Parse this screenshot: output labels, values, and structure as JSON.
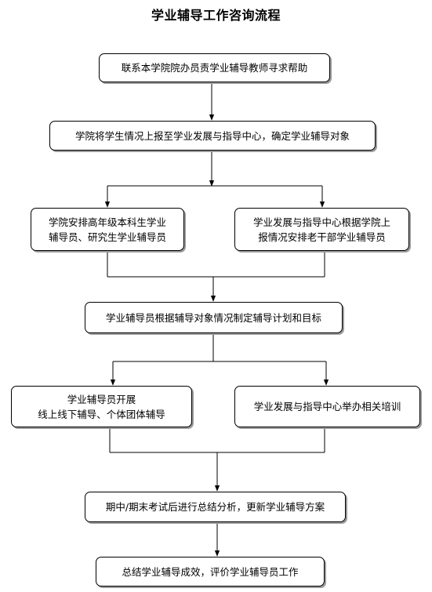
{
  "title": "学业辅导工作咨询流程",
  "steps": {
    "s1": "联系本学院院办员责学业辅导教师寻求帮助",
    "s2": "学院将学生情况上报至学业发展与指导中心，确定学业辅导对象",
    "s3a": [
      "学院安排高年级本科生学业",
      "辅导员、研究生学业辅导员"
    ],
    "s3b": [
      "学业发展与指导中心根据学院上",
      "报情况安排老干部学业辅导员"
    ],
    "s4": "学业辅导员根据辅导对象情况制定辅导计划和目标",
    "s5a": [
      "学业辅导员开展",
      "线上线下辅导、个体团体辅导"
    ],
    "s5b": "学业发展与指导中心举办相关培训",
    "s6": "期中/期末考试后进行总结分析，更新学业辅导方案",
    "s7": "总结学业辅导成效，评价学业辅导员工作"
  }
}
